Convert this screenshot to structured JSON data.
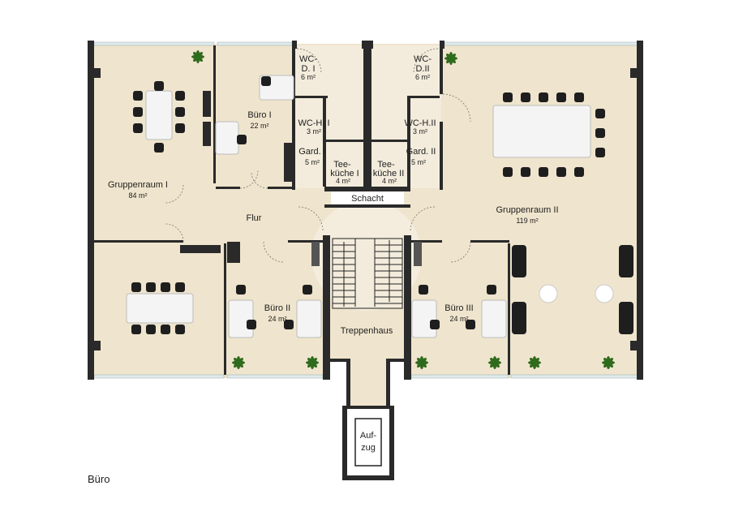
{
  "plan": {
    "caption": "Büro",
    "colors": {
      "floor": "#efe4cd",
      "tile": "#f3ecdc",
      "wall": "#2a2a2a",
      "furniture": "#1e1e1e",
      "table": "#f4f4f4",
      "plant": "#2f6b1c",
      "window": "#dfeaec"
    },
    "rooms": {
      "gruppenraum1": {
        "name": "Gruppenraum I",
        "area": "84 m²"
      },
      "buero1": {
        "name": "Büro I",
        "area": "22 m²"
      },
      "wcd1": {
        "name1": "WC-",
        "name2": "D. I",
        "area": "6 m²"
      },
      "wcd2": {
        "name1": "WC-",
        "name2": "D.II",
        "area": "6 m²"
      },
      "wch1": {
        "name": "WC-H. I",
        "area": "3 m²"
      },
      "wch2": {
        "name": "WC-H.II",
        "area": "3 m²"
      },
      "gard1": {
        "name": "Gard. I",
        "area": "5 m²"
      },
      "gard2": {
        "name": "Gard. II",
        "area": "5 m²"
      },
      "tee1": {
        "name1": "Tee-",
        "name2": "küche I",
        "area": "4 m²"
      },
      "tee2": {
        "name1": "Tee-",
        "name2": "küche II",
        "area": "4 m²"
      },
      "schacht": {
        "name": "Schacht"
      },
      "flur": {
        "name": "Flur"
      },
      "gruppenraum2": {
        "name": "Gruppenraum II",
        "area": "119 m²"
      },
      "buero2": {
        "name": "Büro II",
        "area": "24 m²"
      },
      "buero3": {
        "name": "Büro III",
        "area": "24 m²"
      },
      "treppenhaus": {
        "name": "Treppenhaus"
      },
      "aufzug": {
        "name1": "Auf-",
        "name2": "zug"
      }
    }
  }
}
